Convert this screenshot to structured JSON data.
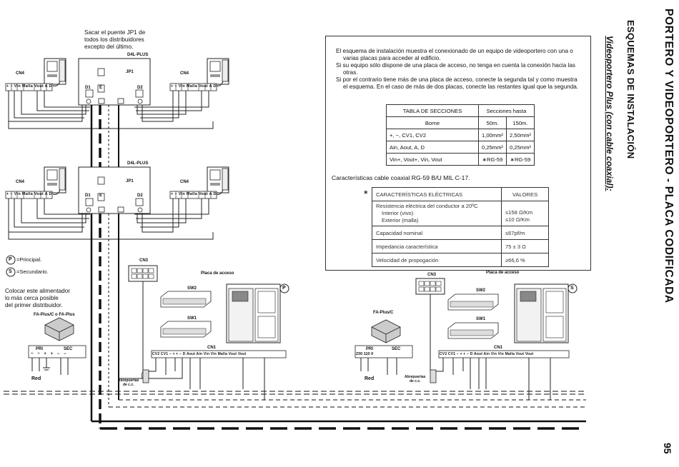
{
  "header": {
    "title": "PORTERO Y VIDEOPORTERO - PLACA CODIFICADA",
    "section": "ESQUEMAS DE INSTALACIÓN",
    "subtitle": "Videoportero Plus (con cable coaxial):",
    "page_number": "95"
  },
  "notes": {
    "jumper": [
      "Sacar el puente JP1 de",
      "todos los distribuidores",
      "excepto del último."
    ],
    "principal": "=Principal.",
    "secundario": "=Secundario.",
    "power": [
      "Colocar este alimentador",
      "lo más cerca posible",
      "del primer distribuidor."
    ]
  },
  "labels": {
    "d4l_plus": "D4L-PLUS",
    "jp1": "JP1",
    "cn4": "CN4",
    "cn3": "CN3",
    "cn1": "CN1",
    "sw1": "SW1",
    "sw2": "SW2",
    "placa": "Placa de acceso",
    "fa_plus_main": "FA-Plus/C o FA-Plus",
    "fa_plus_sec": "FA-Plus/C",
    "red": "Red",
    "pri": "PRI",
    "sec": "SEC",
    "abrepuertas": "Abrepuertas",
    "abrepuertas_cc": "de c.c.",
    "p": "P",
    "s": "S",
    "d1": "D1",
    "e": "E",
    "d2": "D2",
    "cn4_terms": [
      "+",
      "−",
      "Vin",
      "Malla",
      "Vout",
      "A",
      "D"
    ],
    "cn1_terms": [
      "CV2",
      "CV1",
      "−",
      "+",
      "+",
      "−",
      "D",
      "Aout",
      "Ain",
      "Vin",
      "Vin",
      "Malla",
      "Vout",
      "Vout"
    ],
    "sec_terms": [
      "~",
      "~",
      "+",
      "+",
      "−",
      "−"
    ],
    "pri_terms_sec": [
      "230",
      "110",
      "0"
    ]
  },
  "panel": {
    "paragraphs": [
      "El esquema de instalación muestra el conexionado de un equipo de videoportero con una o varias placas para acceder al edificio.",
      "Si su equipo sólo dispone de una placa de acceso, no tenga en cuenta la conexión hacia las otras.",
      "Si por el contrario tiene más de una placa de acceso, conecte la segunda tal y como muestra el esquema. En el caso de más de dos placas, conecte las restantes igual que la segunda."
    ],
    "table_sections": {
      "title": "TABLA DE SECCIONES",
      "subtitle": "Secciones hasta",
      "col_borne": "Borne",
      "col_50": "50m.",
      "col_150": "150m.",
      "rows": [
        {
          "borne": "+, −, CV1, CV2",
          "v50": "1,00mm²",
          "v150": "2,50mm²"
        },
        {
          "borne": "Ain, Aout, A, D",
          "v50": "0,25mm²",
          "v150": "0,25mm²"
        },
        {
          "borne": "Vin+, Vout+, Vin, Vout",
          "v50": "∗RG-59",
          "v150": "∗RG-59"
        }
      ]
    },
    "coax_caption": "Características cable coaxial RG-59 B/U MIL C-17.",
    "table_electrical": {
      "star": "∗",
      "col_chars": "CARACTERÍSTICAS ELÉCTRICAS",
      "col_values": "VALORES",
      "rows": [
        {
          "label": [
            "Resistencia eléctrica del conductor a 20ºC",
            "Interior (vivo)",
            "Exterior (malla)"
          ],
          "value": [
            "≤158 Ω/Km",
            "≤10 Ω/Km"
          ]
        },
        {
          "label": [
            "Capacidad nominal"
          ],
          "value": [
            "≤67pf/m"
          ]
        },
        {
          "label": [
            "Impedancia característica"
          ],
          "value": [
            "75 ± 3 Ω"
          ]
        },
        {
          "label": [
            "Velocidad de propogación"
          ],
          "value": [
            "≥66,6 %"
          ]
        }
      ]
    }
  }
}
